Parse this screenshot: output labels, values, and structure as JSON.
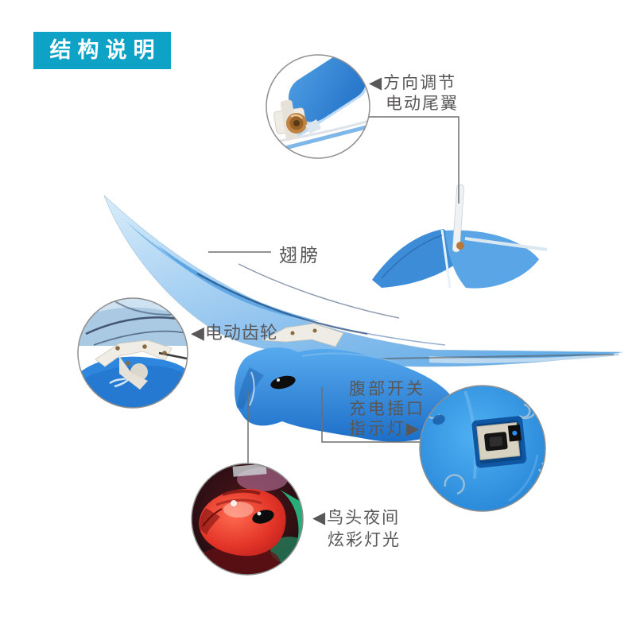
{
  "page": {
    "title": "flying-bird-toy-structure-diagram",
    "background": "#ffffff"
  },
  "badge": {
    "label": "结构说明",
    "bg_color": "#0ea2c6",
    "text_color": "#ffffff"
  },
  "labels": {
    "tail": {
      "line1": "◀方向调节",
      "line2": "电动尾翼"
    },
    "wing": {
      "text": "翅膀"
    },
    "gear": {
      "text": "◀电动齿轮"
    },
    "belly": {
      "line1": "腹部开关",
      "line2": "充电插口",
      "line3": "指示灯▶"
    },
    "head": {
      "line1": "◀鸟头夜间",
      "line2": "炫彩灯光"
    }
  },
  "callouts": [
    {
      "name": "tail-detail",
      "subject": "electric tail wing with direction motor"
    },
    {
      "name": "gear-detail",
      "subject": "electric gear mechanism"
    },
    {
      "name": "belly-detail",
      "subject": "belly switch, charging port, indicator light"
    },
    {
      "name": "head-detail",
      "subject": "bird head night colorful lights"
    }
  ],
  "colors": {
    "label_text": "#595757",
    "connector_line": "#6e6e6e",
    "circle_border": "#8f8f8f",
    "bird_body_blue": "#2e86da",
    "wing_light_blue": "#cfe8f8",
    "wing_mid_blue": "#4f9de2",
    "belly_blue": "#2f97e3",
    "motor_copper": "#b5793a",
    "night_red": "#d92a24",
    "night_green": "#27c98b"
  }
}
